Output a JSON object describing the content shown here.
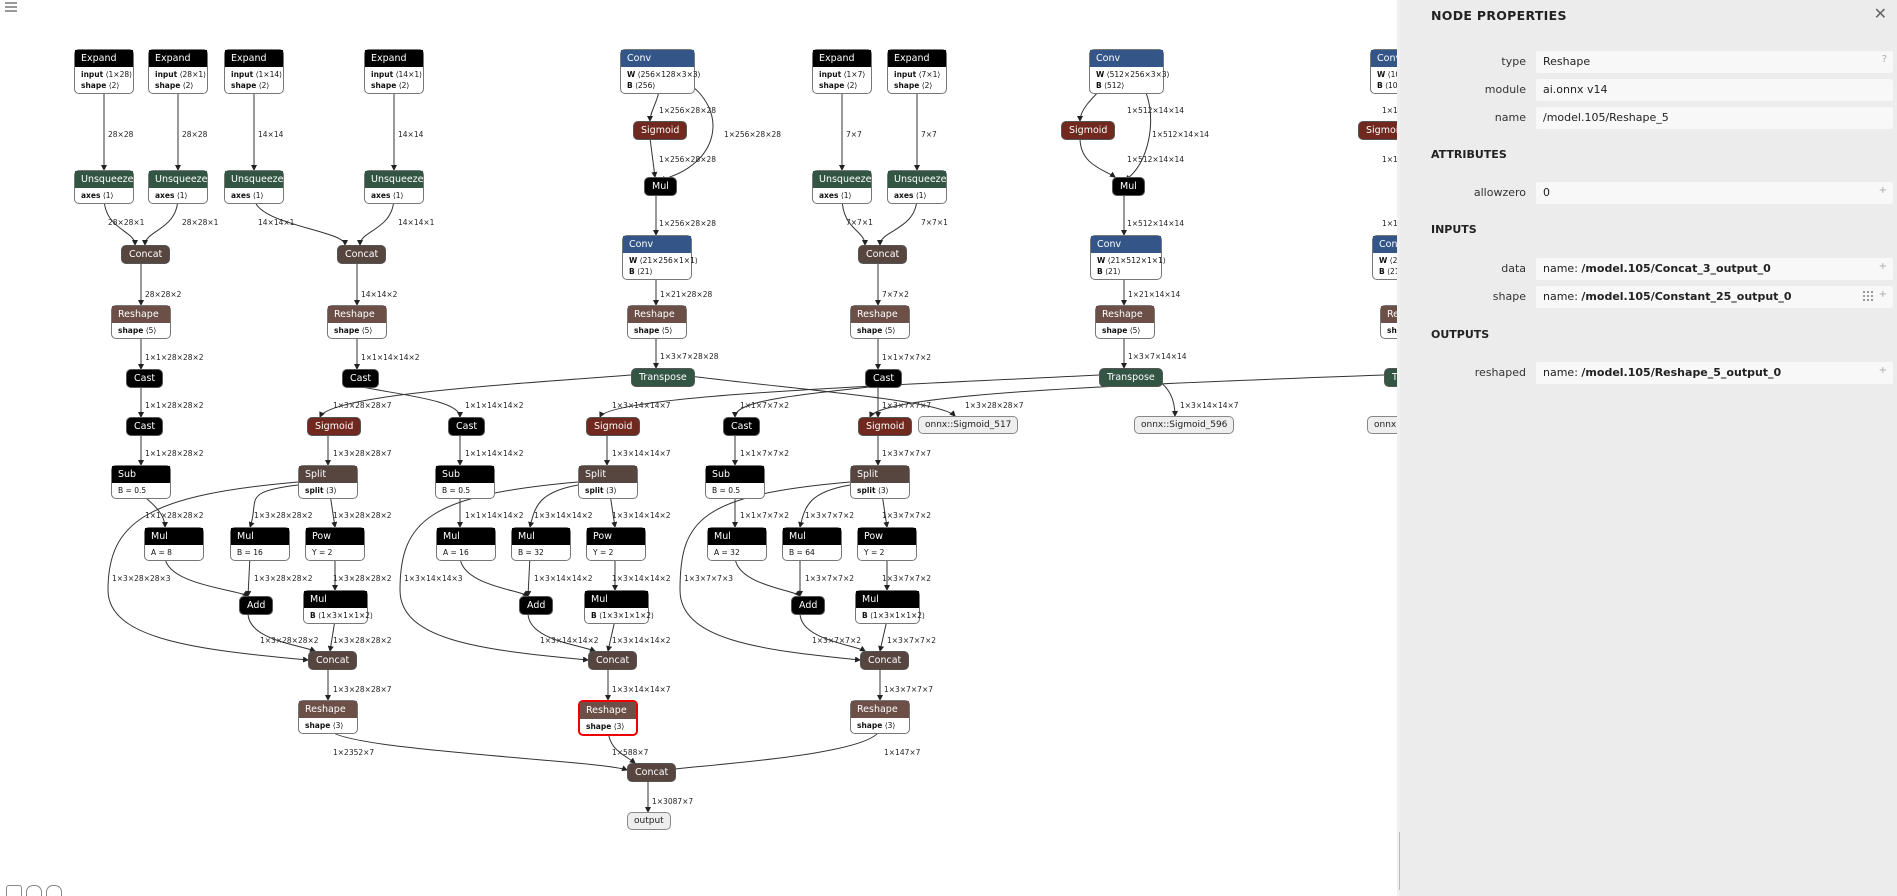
{
  "graph": {
    "nodes": {
      "expand1": {
        "op": "Expand",
        "attrs": [
          {
            "k": "input",
            "v": "⟨1×28⟩"
          },
          {
            "k": "shape",
            "v": "⟨2⟩"
          }
        ]
      },
      "expand2": {
        "op": "Expand",
        "attrs": [
          {
            "k": "input",
            "v": "⟨28×1⟩"
          },
          {
            "k": "shape",
            "v": "⟨2⟩"
          }
        ]
      },
      "expand3": {
        "op": "Expand",
        "attrs": [
          {
            "k": "input",
            "v": "⟨1×14⟩"
          },
          {
            "k": "shape",
            "v": "⟨2⟩"
          }
        ]
      },
      "expand4": {
        "op": "Expand",
        "attrs": [
          {
            "k": "input",
            "v": "⟨14×1⟩"
          },
          {
            "k": "shape",
            "v": "⟨2⟩"
          }
        ]
      },
      "expand5": {
        "op": "Expand",
        "attrs": [
          {
            "k": "input",
            "v": "⟨1×7⟩"
          },
          {
            "k": "shape",
            "v": "⟨2⟩"
          }
        ]
      },
      "expand6": {
        "op": "Expand",
        "attrs": [
          {
            "k": "input",
            "v": "⟨7×1⟩"
          },
          {
            "k": "shape",
            "v": "⟨2⟩"
          }
        ]
      },
      "unsq1": {
        "op": "Unsqueeze",
        "attrs": [
          {
            "k": "axes",
            "v": "⟨1⟩"
          }
        ]
      },
      "unsq2": {
        "op": "Unsqueeze",
        "attrs": [
          {
            "k": "axes",
            "v": "⟨1⟩"
          }
        ]
      },
      "unsq3": {
        "op": "Unsqueeze",
        "attrs": [
          {
            "k": "axes",
            "v": "⟨1⟩"
          }
        ]
      },
      "unsq4": {
        "op": "Unsqueeze",
        "attrs": [
          {
            "k": "axes",
            "v": "⟨1⟩"
          }
        ]
      },
      "unsq5": {
        "op": "Unsqueeze",
        "attrs": [
          {
            "k": "axes",
            "v": "⟨1⟩"
          }
        ]
      },
      "unsq6": {
        "op": "Unsqueeze",
        "attrs": [
          {
            "k": "axes",
            "v": "⟨1⟩"
          }
        ]
      },
      "concatA": {
        "op": "Concat"
      },
      "concatB": {
        "op": "Concat"
      },
      "concatC": {
        "op": "Concat"
      },
      "reshapeA": {
        "op": "Reshape",
        "attrs": [
          {
            "k": "shape",
            "v": "⟨5⟩"
          }
        ]
      },
      "reshapeB": {
        "op": "Reshape",
        "attrs": [
          {
            "k": "shape",
            "v": "⟨5⟩"
          }
        ]
      },
      "reshapeC": {
        "op": "Reshape",
        "attrs": [
          {
            "k": "shape",
            "v": "⟨5⟩"
          }
        ]
      },
      "castA1": {
        "op": "Cast"
      },
      "castA2": {
        "op": "Cast"
      },
      "castB1": {
        "op": "Cast"
      },
      "castB2": {
        "op": "Cast"
      },
      "castC1": {
        "op": "Cast"
      },
      "castC2": {
        "op": "Cast"
      },
      "subA": {
        "op": "Sub",
        "attrs": [
          {
            "k": "",
            "v": "B = 0.5"
          }
        ]
      },
      "subB": {
        "op": "Sub",
        "attrs": [
          {
            "k": "",
            "v": "B = 0.5"
          }
        ]
      },
      "subC": {
        "op": "Sub",
        "attrs": [
          {
            "k": "",
            "v": "B = 0.5"
          }
        ]
      },
      "conv1": {
        "op": "Conv",
        "attrs": [
          {
            "k": "W",
            "v": "⟨256×128×3×3⟩"
          },
          {
            "k": "B",
            "v": "⟨256⟩"
          }
        ]
      },
      "conv2": {
        "op": "Conv",
        "attrs": [
          {
            "k": "W",
            "v": "⟨21×256×1×1⟩"
          },
          {
            "k": "B",
            "v": "⟨21⟩"
          }
        ]
      },
      "conv3": {
        "op": "Conv",
        "attrs": [
          {
            "k": "W",
            "v": "⟨512×256×3×3⟩"
          },
          {
            "k": "B",
            "v": "⟨512⟩"
          }
        ]
      },
      "conv4": {
        "op": "Conv",
        "attrs": [
          {
            "k": "W",
            "v": "⟨21×512×1×1⟩"
          },
          {
            "k": "B",
            "v": "⟨21⟩"
          }
        ]
      },
      "conv5": {
        "op": "Conv",
        "attrs": [
          {
            "k": "W",
            "v": "⟨10…"
          },
          {
            "k": "B",
            "v": "⟨10…"
          }
        ]
      },
      "conv6": {
        "op": "Conv",
        "attrs": [
          {
            "k": "W",
            "v": "⟨2…"
          },
          {
            "k": "B",
            "v": "⟨21…"
          }
        ]
      },
      "sigTop1": {
        "op": "Sigmoid"
      },
      "sigTop2": {
        "op": "Sigmoid"
      },
      "sigTop3": {
        "op": "Sigmoid"
      },
      "mulTop1": {
        "op": "Mul"
      },
      "mulTop2": {
        "op": "Mul"
      },
      "reshapeT1": {
        "op": "Reshape",
        "attrs": [
          {
            "k": "shape",
            "v": "⟨5⟩"
          }
        ]
      },
      "reshapeT2": {
        "op": "Reshape",
        "attrs": [
          {
            "k": "shape",
            "v": "⟨5⟩"
          }
        ]
      },
      "reshapeT3": {
        "op": "Re…",
        "attrs": [
          {
            "k": "sha",
            "v": ""
          }
        ]
      },
      "trans1": {
        "op": "Transpose"
      },
      "trans2": {
        "op": "Transpose"
      },
      "trans3": {
        "op": "Tr"
      },
      "io517": {
        "op": "onnx::Sigmoid_517"
      },
      "io596": {
        "op": "onnx::Sigmoid_596"
      },
      "ioR": {
        "op": "onnx::…"
      },
      "sigA": {
        "op": "Sigmoid"
      },
      "sigB": {
        "op": "Sigmoid"
      },
      "sigC": {
        "op": "Sigmoid"
      },
      "splitA": {
        "op": "Split",
        "attrs": [
          {
            "k": "split",
            "v": "⟨3⟩"
          }
        ]
      },
      "splitB": {
        "op": "Split",
        "attrs": [
          {
            "k": "split",
            "v": "⟨3⟩"
          }
        ]
      },
      "splitC": {
        "op": "Split",
        "attrs": [
          {
            "k": "split",
            "v": "⟨3⟩"
          }
        ]
      },
      "mulA1": {
        "op": "Mul",
        "attrs": [
          {
            "k": "",
            "v": "A = 8"
          }
        ]
      },
      "mulA2": {
        "op": "Mul",
        "attrs": [
          {
            "k": "",
            "v": "B = 16"
          }
        ]
      },
      "powA": {
        "op": "Pow",
        "attrs": [
          {
            "k": "",
            "v": "Y = 2"
          }
        ]
      },
      "mulB1": {
        "op": "Mul",
        "attrs": [
          {
            "k": "",
            "v": "A = 16"
          }
        ]
      },
      "mulB2": {
        "op": "Mul",
        "attrs": [
          {
            "k": "",
            "v": "B = 32"
          }
        ]
      },
      "powB": {
        "op": "Pow",
        "attrs": [
          {
            "k": "",
            "v": "Y = 2"
          }
        ]
      },
      "mulC1": {
        "op": "Mul",
        "attrs": [
          {
            "k": "",
            "v": "A = 32"
          }
        ]
      },
      "mulC2": {
        "op": "Mul",
        "attrs": [
          {
            "k": "",
            "v": "B = 64"
          }
        ]
      },
      "powC": {
        "op": "Pow",
        "attrs": [
          {
            "k": "",
            "v": "Y = 2"
          }
        ]
      },
      "addA": {
        "op": "Add"
      },
      "addB": {
        "op": "Add"
      },
      "addC": {
        "op": "Add"
      },
      "mulA3": {
        "op": "Mul",
        "attrs": [
          {
            "k": "B",
            "v": "⟨1×3×1×1×2⟩"
          }
        ]
      },
      "mulB3": {
        "op": "Mul",
        "attrs": [
          {
            "k": "B",
            "v": "⟨1×3×1×1×2⟩"
          }
        ]
      },
      "mulC3": {
        "op": "Mul",
        "attrs": [
          {
            "k": "B",
            "v": "⟨1×3×1×1×2⟩"
          }
        ]
      },
      "concatA2": {
        "op": "Concat"
      },
      "concatB2": {
        "op": "Concat"
      },
      "concatC2": {
        "op": "Concat"
      },
      "reshapeA2": {
        "op": "Reshape",
        "attrs": [
          {
            "k": "shape",
            "v": "⟨3⟩"
          }
        ]
      },
      "reshapeB2": {
        "op": "Reshape",
        "attrs": [
          {
            "k": "shape",
            "v": "⟨3⟩"
          }
        ]
      },
      "reshapeC2": {
        "op": "Reshape",
        "attrs": [
          {
            "k": "shape",
            "v": "⟨3⟩"
          }
        ]
      },
      "concatFinal": {
        "op": "Concat"
      },
      "output": {
        "op": "output"
      }
    },
    "edge_labels": [
      "28×28",
      "28×28",
      "14×14",
      "14×14",
      "7×7",
      "7×7",
      "28×28×1",
      "28×28×1",
      "14×14×1",
      "14×14×1",
      "7×7×1",
      "7×7×1",
      "28×28×2",
      "14×14×2",
      "7×7×2",
      "1×1×28×28×2",
      "1×1×14×14×2",
      "1×1×7×7×2",
      "1×1×28×28×2",
      "1×1×14×14×2",
      "1×1×7×7×2",
      "1×1×28×28×2",
      "1×1×14×14×2",
      "1×1×7×7×2",
      "1×1×28×28×2",
      "1×1×14×14×2",
      "1×1×7×7×2",
      "1×256×28×28",
      "1×256×28×28",
      "1×256×28×28",
      "1×256×28×28",
      "1×21×28×28",
      "1×3×7×28×28",
      "1×512×14×14",
      "1×512×14×14",
      "1×512×14×14",
      "1×512×14×14",
      "1×21×14×14",
      "1×3×7×14×14",
      "1×3×28×28×7",
      "1×3×28×28×7",
      "1×3×14×14×7",
      "1×3×14×14×7",
      "1×3×7×7×7",
      "1×3×7×7×7",
      "1×3×28×28×7",
      "1×3×14×14×7",
      "1×3×28×28×2",
      "1×3×28×28×2",
      "1×3×14×14×2",
      "1×3×14×14×2",
      "1×3×7×7×2",
      "1×3×7×7×2",
      "1×3×28×28×3",
      "1×3×28×28×2",
      "1×3×28×28×2",
      "1×3×14×14×3",
      "1×3×14×14×2",
      "1×3×14×14×2",
      "1×3×7×7×3",
      "1×3×7×7×2",
      "1×3×7×7×2",
      "1×3×28×28×2",
      "1×3×28×28×2",
      "1×3×14×14×2",
      "1×3×14×14×2",
      "1×3×7×7×2",
      "1×3×7×7×2",
      "1×3×28×28×7",
      "1×3×14×14×7",
      "1×3×7×7×7",
      "1×2352×7",
      "1×588×7",
      "1×147×7",
      "1×3087×7",
      "1×1…",
      "1×1…",
      "1×1…"
    ]
  },
  "sidebar": {
    "title": "NODE PROPERTIES",
    "close_icon": "✕",
    "properties": [
      {
        "key": "type",
        "value": "Reshape",
        "action": "?"
      },
      {
        "key": "module",
        "value": "ai.onnx v14"
      },
      {
        "key": "name",
        "value": "/model.105/Reshape_5"
      }
    ],
    "attributes_title": "ATTRIBUTES",
    "attributes": [
      {
        "key": "allowzero",
        "value": "0",
        "action": "+"
      }
    ],
    "inputs_title": "INPUTS",
    "inputs": [
      {
        "key": "data",
        "prefix": "name: ",
        "value": "/model.105/Concat_3_output_0",
        "action": "+"
      },
      {
        "key": "shape",
        "prefix": "name: ",
        "value": "/model.105/Constant_25_output_0",
        "action": "+",
        "grid": true
      }
    ],
    "outputs_title": "OUTPUTS",
    "outputs": [
      {
        "key": "reshaped",
        "prefix": "name: ",
        "value": "/model.105/Reshape_5_output_0",
        "action": "+"
      }
    ]
  },
  "colors": {
    "conv": "#335588",
    "activation": "#70281f",
    "shape": "#6c4f47",
    "layer": "#000000",
    "unsqueeze": "#335544",
    "concat": "#574540",
    "selected": "#e00000"
  }
}
